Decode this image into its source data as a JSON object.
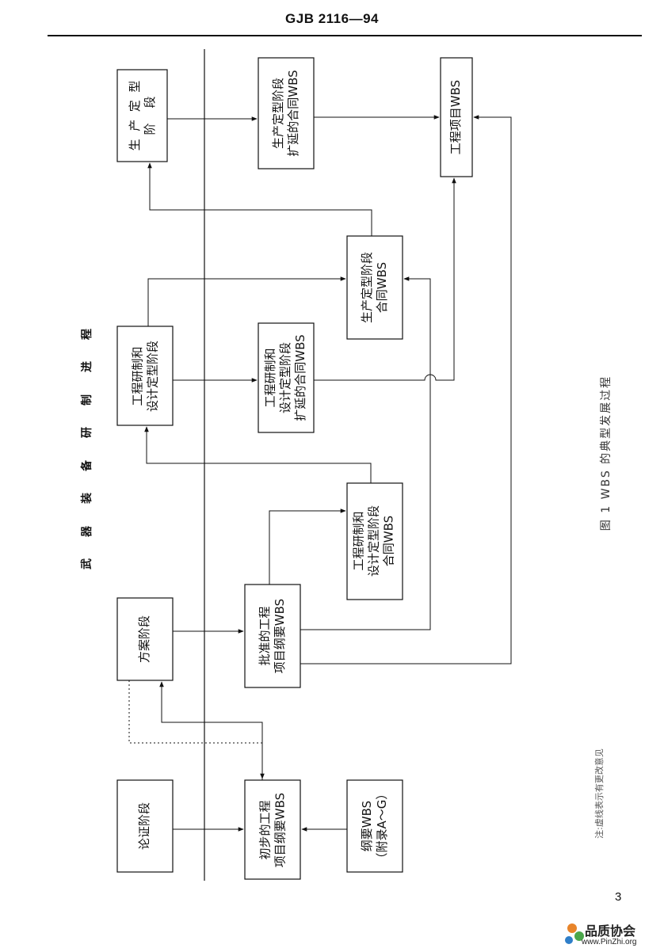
{
  "header": {
    "title": "GJB 2116—94"
  },
  "page_number": "3",
  "process_title_chars": [
    "武",
    "器",
    "装",
    "备",
    "研",
    "制",
    "进",
    "程"
  ],
  "boxes": {
    "lunzheng": "论证阶段",
    "fangan": "方案阶段",
    "gongcheng_yanzhi": "工程研制和\n设计定型阶段",
    "shengchan": "生  产  定  型\n阶    段",
    "chubu_wbs": "初步的工程\n项目纲要WBS",
    "pizhun_wbs": "批准的工程\n项目纲要WBS",
    "gongcheng_kuoyan_wbs": "工程研制和\n设计定型阶段\n扩延的合同WBS",
    "shengchan_kuoyan_wbs": "生产定型阶段\n扩延的合同WBS",
    "gangyao_wbs": "纲要WBS\n（附录A～G）",
    "gongcheng_hetong_wbs": "工程研制和\n设计定型阶段\n合同WBS",
    "shengchan_hetong_wbs": "生产定型阶段\n合同WBS",
    "gongcheng_xiangmu_wbs": "工程项目WBS"
  },
  "caption": "图 1    WBS 的典型发展过程",
  "note": "注:虚线表示有更改意见",
  "logo": {
    "title": "品质协会",
    "url": "www.PinZhi.org"
  },
  "colors": {
    "line": "#111111",
    "logo_orange": "#e8842a",
    "logo_blue": "#2f7fc9",
    "logo_green": "#4aa64a"
  }
}
